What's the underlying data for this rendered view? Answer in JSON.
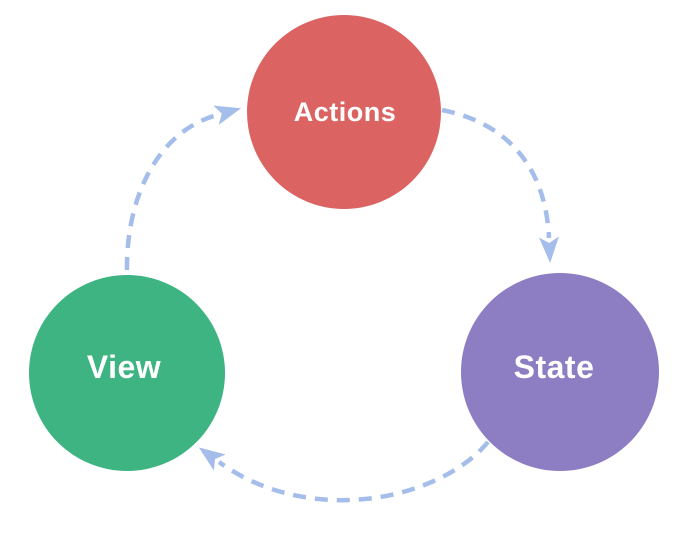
{
  "diagram": {
    "type": "cycle-flow-diagram",
    "background_color": "#ffffff",
    "arrow_color": "#a5bdea",
    "nodes": [
      {
        "id": "actions",
        "label": "Actions",
        "color": "#db6362",
        "label_color": "#ffffff"
      },
      {
        "id": "view",
        "label": "View",
        "color": "#3db482",
        "label_color": "#ffffff"
      },
      {
        "id": "state",
        "label": "State",
        "color": "#8d7dc3",
        "label_color": "#ffffff"
      }
    ],
    "flow": [
      {
        "from": "Actions",
        "to": "State"
      },
      {
        "from": "State",
        "to": "View"
      },
      {
        "from": "View",
        "to": "Actions"
      }
    ]
  }
}
